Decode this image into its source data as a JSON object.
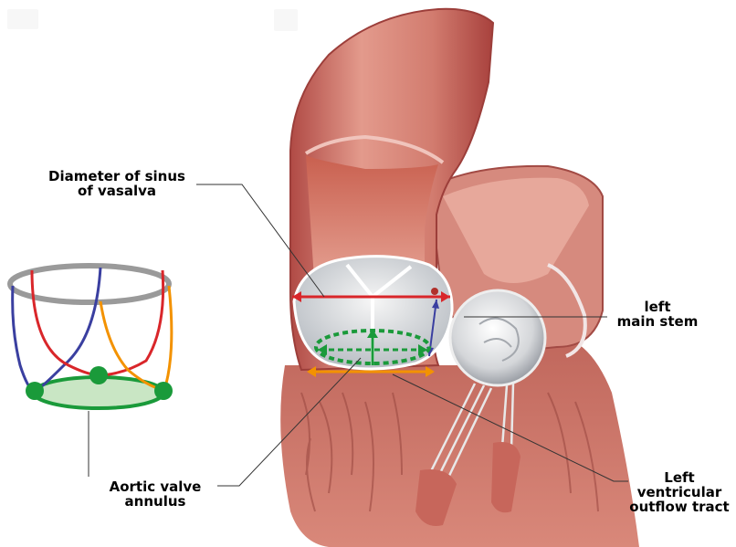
{
  "labels": {
    "sinus": {
      "line1": "Diameter of sinus",
      "line2": "of vasalva"
    },
    "left_main": {
      "line1": "left",
      "line2": "main stem"
    },
    "annulus": {
      "line1": "Aortic valve",
      "line2": "annulus"
    },
    "lvot": {
      "line1": "Left",
      "line2": "ventricular",
      "line3": "outflow tract"
    }
  },
  "colors": {
    "sinus_diameter": "#d9262a",
    "annulus": "#1a9a3a",
    "lvot": "#f39200",
    "left_main_height": "#3a3fa0",
    "stent_frame": "#9a9a9a",
    "tissue": "#d8877a",
    "tissue_dark": "#b85a4f"
  }
}
